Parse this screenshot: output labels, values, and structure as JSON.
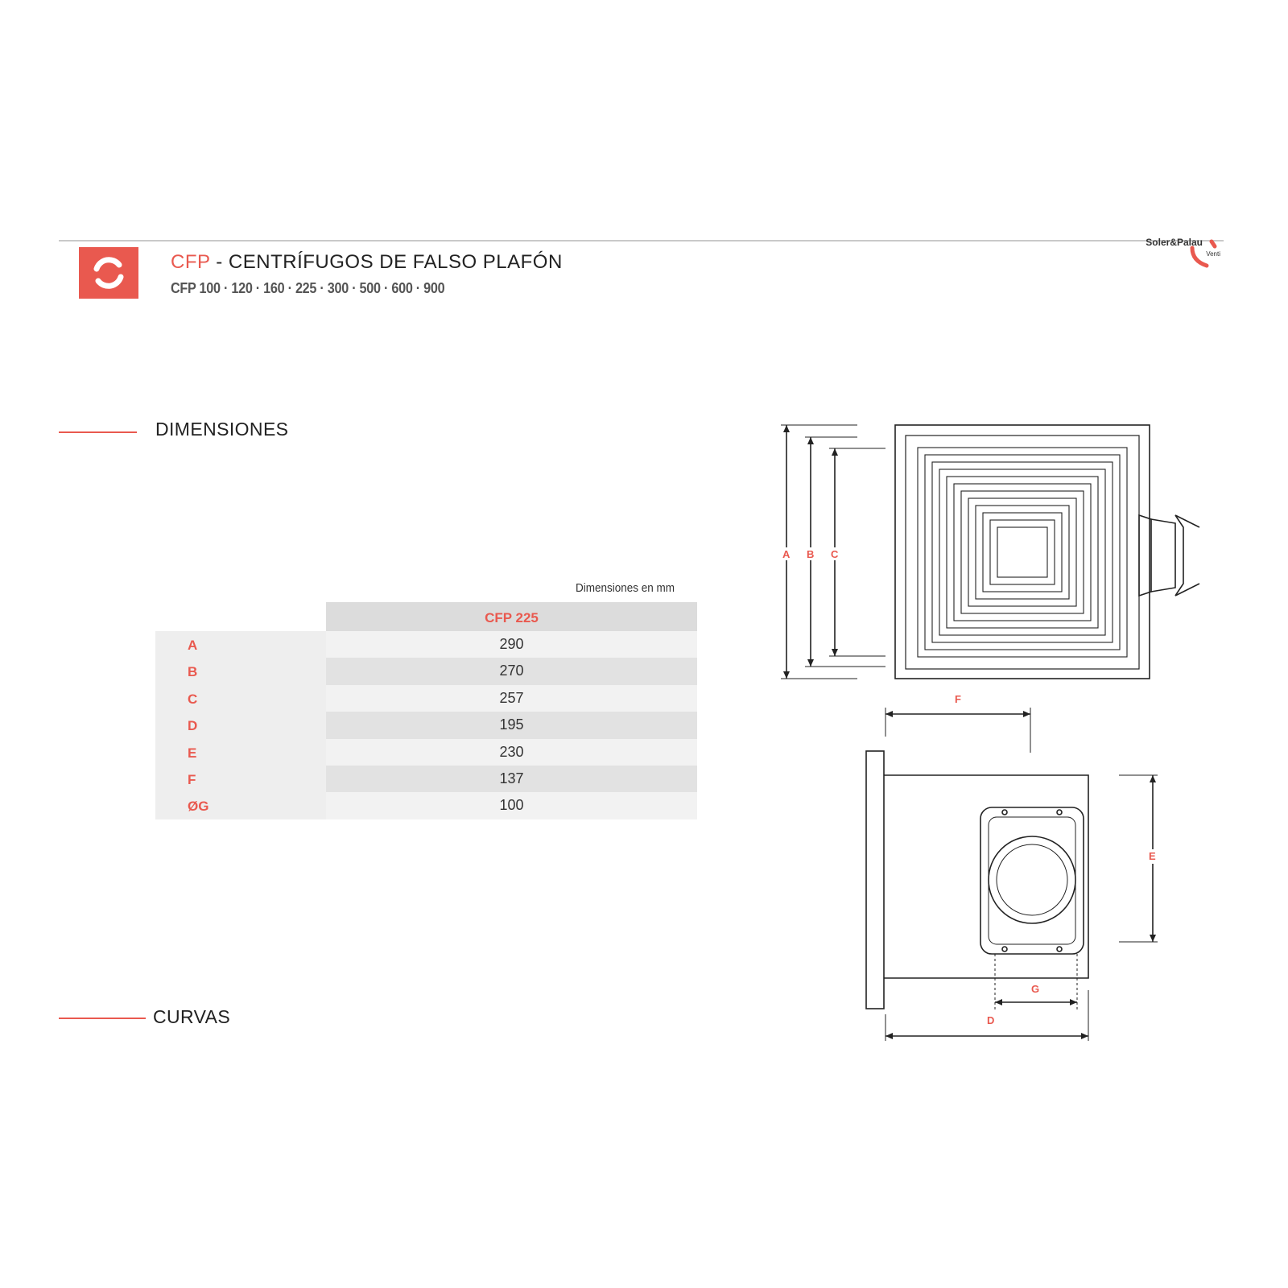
{
  "header": {
    "title_code": "CFP",
    "title_rest": " - CENTRÍFUGOS DE FALSO PLAFÓN",
    "subtitle": "CFP 100 · 120 · 160 · 225 · 300 · 500 · 600 · 900",
    "brand_name": "Soler&Palau",
    "brand_sub": "Venti",
    "logo_icon": "rotate-arrows-icon"
  },
  "sections": {
    "dimensions": "DIMENSIONES",
    "curves": "CURVAS"
  },
  "table": {
    "units_note": "Dimensiones en mm",
    "column_header": "CFP 225",
    "rows": [
      {
        "label": "A",
        "value": "290"
      },
      {
        "label": "B",
        "value": "270"
      },
      {
        "label": "C",
        "value": "257"
      },
      {
        "label": "D",
        "value": "195"
      },
      {
        "label": "E",
        "value": "230"
      },
      {
        "label": "F",
        "value": "137"
      },
      {
        "label": "ØG",
        "value": "100"
      }
    ]
  },
  "drawing": {
    "labels": {
      "a": "A",
      "b": "B",
      "c": "C",
      "d": "D",
      "e": "E",
      "f": "F",
      "g": "G"
    }
  },
  "colors": {
    "accent": "#e9594f",
    "text": "#222222"
  }
}
